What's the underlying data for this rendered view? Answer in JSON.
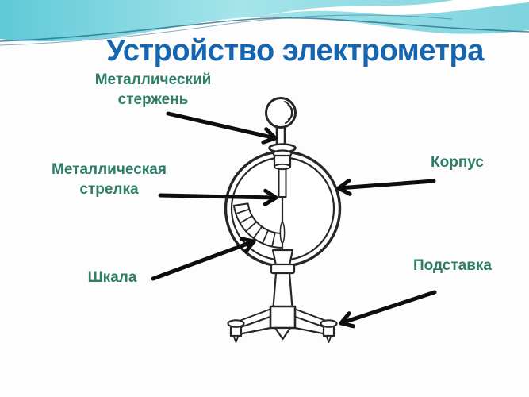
{
  "title": "Устройство электрометра",
  "labels": {
    "rod": {
      "line1": "Металлический",
      "line2": "стержень"
    },
    "needle": {
      "line1": "Металлическая",
      "line2": "стрелка"
    },
    "scale": {
      "text": "Шкала"
    },
    "case": {
      "text": "Корпус"
    },
    "stand": {
      "text": "Подставка"
    }
  },
  "diagram": {
    "parts": [
      "Металлический стержень",
      "Металлическая стрелка",
      "Шкала",
      "Корпус",
      "Подставка"
    ]
  },
  "colors": {
    "title_text": "#1565b0",
    "label_text": "#2e7d68",
    "header_teal_dark": "#5fc9d6",
    "header_teal_light": "#a5e4ea",
    "wave_line": "#27708e",
    "drawing_ink": "#262626",
    "arrow_ink": "#0d0d0d",
    "background": "#fdfdfd"
  }
}
